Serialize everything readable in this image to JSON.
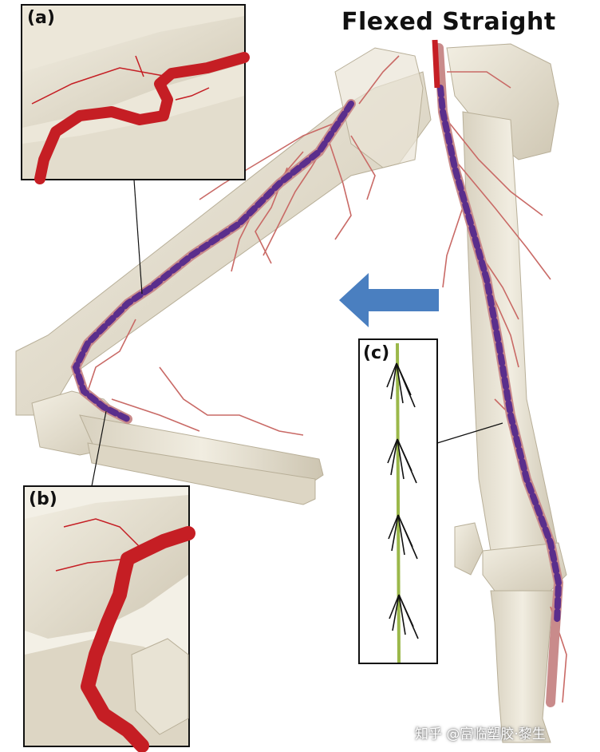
{
  "title": "Flexed Straight",
  "panels": {
    "a": "(a)",
    "b": "(b)",
    "c": "(c)"
  },
  "watermark": "知乎 @富临塑胶·黎生",
  "colors": {
    "bone": "#e6e1d2",
    "bone_shadow": "#c9c2ae",
    "artery": "#c51e24",
    "vessel_light": "#c96a66",
    "stent": "#5a2e8c",
    "arrow": "#4a7fc0",
    "frame": "#111111"
  }
}
